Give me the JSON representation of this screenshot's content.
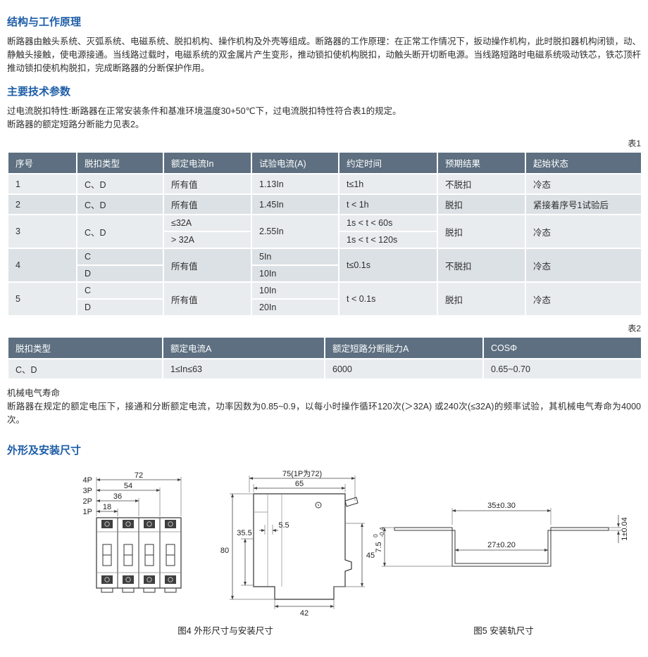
{
  "accent": {
    "heading_color": "#1e5da7",
    "table_header_bg": "#5d6f80",
    "table_header_text": "#ffffff",
    "row_light": "#e9ecef",
    "row_dark": "#dce1e6",
    "body_text": "#2e2e2e"
  },
  "sections": {
    "structure": {
      "title": "结构与工作原理",
      "body": "断路器由触头系统、灭弧系统、电磁系统、脱扣机构、操作机构及外壳等组成。断路器的工作原理：在正常工作情况下，扳动操作机构，此时脱扣器机构闭锁，动、静触头接触，使电源接通。当线路过载时，电磁系统的双金属片产生变形，推动锁扣使机构脱扣，动触头断开切断电源。当线路短路时电磁系统吸动铁芯，铁芯顶杆推动锁扣使机构脱扣，完成断路器的分断保护作用。"
    },
    "params": {
      "title": "主要技术参数",
      "line1": "过电流脱扣特性:断路器在正常安装条件和基准环境温度30+50℃下，过电流脱扣特性符合表1的规定。",
      "line2": "断路器的额定短路分断能力见表2。",
      "table1_label": "表1",
      "table2_label": "表2"
    },
    "mech": {
      "title": "机械电气寿命",
      "body": "断路器在规定的额定电压下，接通和分断额定电流，功率因数为0.85~0.9，以每小时操作循环120次(＞32A) 或240次(≤32A)的频率试验，其机械电气寿命为4000次。"
    },
    "dims": {
      "title": "外形及安装尺寸"
    }
  },
  "table1": {
    "headers": [
      "序号",
      "脱扣类型",
      "额定电流In",
      "试验电流(A)",
      "约定时间",
      "预期结果",
      "起始状态"
    ],
    "r1": {
      "no": "1",
      "type": "C、D",
      "current": "所有值",
      "test": "1.13In",
      "time": "t≤1h",
      "result": "不脱扣",
      "state": "冷态"
    },
    "r2": {
      "no": "2",
      "type": "C、D",
      "current": "所有值",
      "test": "1.45In",
      "time": "t < 1h",
      "result": "脱扣",
      "state": "紧接着序号1试验后"
    },
    "r3": {
      "no": "3",
      "type": "C、D",
      "current_a": "≤32A",
      "current_b": "> 32A",
      "test": "2.55In",
      "time_a": "1s < t < 60s",
      "time_b": "1s < t < 120s",
      "result": "脱扣",
      "state": "冷态"
    },
    "r4": {
      "no": "4",
      "type_a": "C",
      "type_b": "D",
      "current": "所有值",
      "test_a": "5In",
      "test_b": "10In",
      "time": "t≤0.1s",
      "result": "不脱扣",
      "state": "冷态"
    },
    "r5": {
      "no": "5",
      "type_a": "C",
      "type_b": "D",
      "current": "所有值",
      "test_a": "10In",
      "test_b": "20In",
      "time": "t < 0.1s",
      "result": "脱扣",
      "state": "冷态"
    }
  },
  "table2": {
    "headers": [
      "脱扣类型",
      "额定电流A",
      "额定短路分断能力A",
      "COSΦ"
    ],
    "row": [
      "C、D",
      "1≤In≤63",
      "6000",
      "0.65~0.70"
    ]
  },
  "figures": {
    "fig4": {
      "caption": "图4 外形尺寸与安装尺寸",
      "front": {
        "poles": [
          "4P",
          "3P",
          "2P",
          "1P"
        ],
        "widths": [
          "72",
          "54",
          "36",
          "18"
        ]
      },
      "side": {
        "top": "75(1P为72)",
        "d65": "65",
        "d55": "5.5",
        "d355": "35.5",
        "d80": "80",
        "d45": "45",
        "d42": "42"
      }
    },
    "fig5": {
      "caption": "图5 安装轨尺寸",
      "w_outer": "35±0.30",
      "w_inner": "27±0.20",
      "thickness": "1±0.04",
      "depth": "7.5",
      "depth_tol_upper": "0",
      "depth_tol_lower": "-0.4"
    }
  }
}
